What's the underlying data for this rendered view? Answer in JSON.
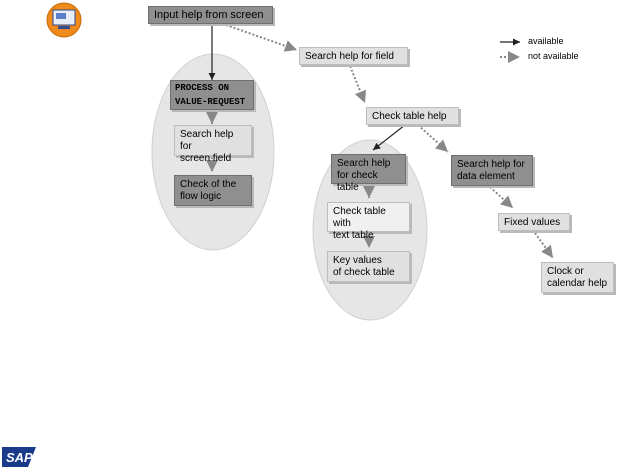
{
  "legend": {
    "available": "available",
    "not_available": "not available"
  },
  "nodes": {
    "input_help": "Input help from screen",
    "process_on_1": "PROCESS ON",
    "process_on_2": "VALUE-REQUEST",
    "search_help_screen_1": "Search help for",
    "search_help_screen_2": "screen field",
    "check_flow_1": "Check of the",
    "check_flow_2": "flow logic",
    "search_help_field": "Search help for field",
    "check_table_help": "Check table help",
    "search_help_check_1": "Search help",
    "search_help_check_2": "for check table",
    "check_text_1": "Check table with",
    "check_text_2": "text table",
    "key_values_1": "Key values",
    "key_values_2": "of check table",
    "search_help_data_1": "Search help for",
    "search_help_data_2": "data element",
    "fixed_values": "Fixed values",
    "clock_1": "Clock or",
    "clock_2": "calendar help"
  },
  "colors": {
    "available_arrow": "#222222",
    "not_available_arrow": "#888888",
    "ellipse_fill": "#e6e6e6",
    "dark_box": "#8f8f8f",
    "light_box": "#e0e0e0"
  },
  "icons": {
    "top_left": "computer-screen-icon",
    "bottom_left": "sap-logo"
  },
  "logo_text": "SAP"
}
